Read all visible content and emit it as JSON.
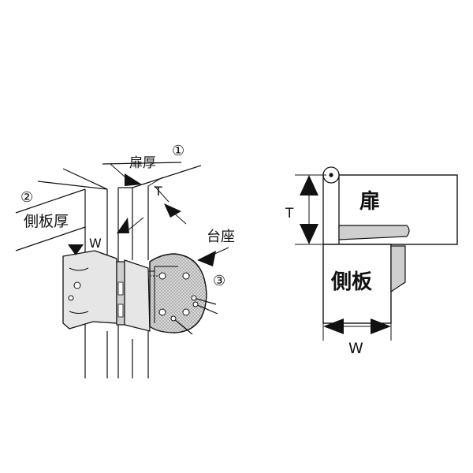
{
  "left": {
    "door_thickness": "扉厚",
    "side_panel_thickness": "側板厚",
    "base": "台座",
    "marker_1": "①",
    "marker_2": "②",
    "marker_3": "③",
    "t_label": "T",
    "w_label": "W"
  },
  "right": {
    "door": "扉",
    "side_panel": "側板",
    "t_label": "T",
    "w_label": "W"
  }
}
